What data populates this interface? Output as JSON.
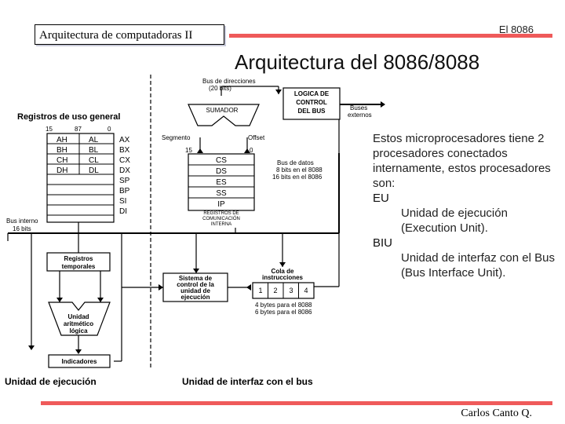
{
  "header": {
    "course": "Arquitectura de computadoras II",
    "topic": "El 8086",
    "accent_color": "#ef5a5a"
  },
  "slide": {
    "title": "Arquitectura del 8086/8088"
  },
  "description": {
    "intro": "Estos microprocesadores tiene 2 procesadores conectados internamente, estos procesadores son:",
    "eu_term": "EU",
    "eu_def": "Unidad de ejecución (Execution Unit).",
    "biu_term": "BIU",
    "biu_def": "Unidad de interfaz con el Bus (Bus Interface Unit)."
  },
  "footer": {
    "author": "Carlos Canto Q."
  },
  "diagram": {
    "general_registers_title": "Registros de uso general",
    "bit_labels": [
      "15",
      "87",
      "0"
    ],
    "gp_rows": [
      {
        "high": "AH",
        "low": "AL",
        "name": "AX"
      },
      {
        "high": "BH",
        "low": "BL",
        "name": "BX"
      },
      {
        "high": "CH",
        "low": "CL",
        "name": "CX"
      },
      {
        "high": "DH",
        "low": "DL",
        "name": "DX"
      }
    ],
    "pointer_regs": [
      "SP",
      "BP",
      "SI",
      "DI"
    ],
    "internal_bus_label": [
      "Bus interno",
      "16 bits"
    ],
    "temp_registers_label": [
      "Registros",
      "temporales"
    ],
    "alu_label": [
      "Unidad",
      "aritmético",
      "lógica"
    ],
    "flags_label": "Indicadores",
    "eu_label": "Unidad de ejecución",
    "biu_label": "Unidad de interfaz con el bus",
    "address_bus_label": [
      "Bus de direcciones",
      "(20 bits)"
    ],
    "adder_label": "SUMADOR",
    "bus_control_label": [
      "LOGICA DE",
      "CONTROL",
      "DEL BUS"
    ],
    "external_buses_label": [
      "Buses",
      "externos"
    ],
    "segment_label": "Segmento",
    "offset_label": "Offset",
    "seg_bits": [
      "15",
      "0"
    ],
    "segment_regs": [
      "CS",
      "DS",
      "ES",
      "SS",
      "IP"
    ],
    "comm_regs_label": [
      "REGISTROS DE",
      "COMUNICACIÓN",
      "INTERNA"
    ],
    "data_bus_label": [
      "Bus de datos",
      "8 bits en el 8088",
      "16 bits en el 8086"
    ],
    "eu_control_label": [
      "Sistema de",
      "control de la",
      "unidad de",
      "ejecución"
    ],
    "queue_title": [
      "Cola de",
      "instrucciones"
    ],
    "queue_cells": [
      "1",
      "2",
      "3",
      "4"
    ],
    "queue_note": [
      "4 bytes para el 8088",
      "6 bytes para el 8086"
    ]
  }
}
